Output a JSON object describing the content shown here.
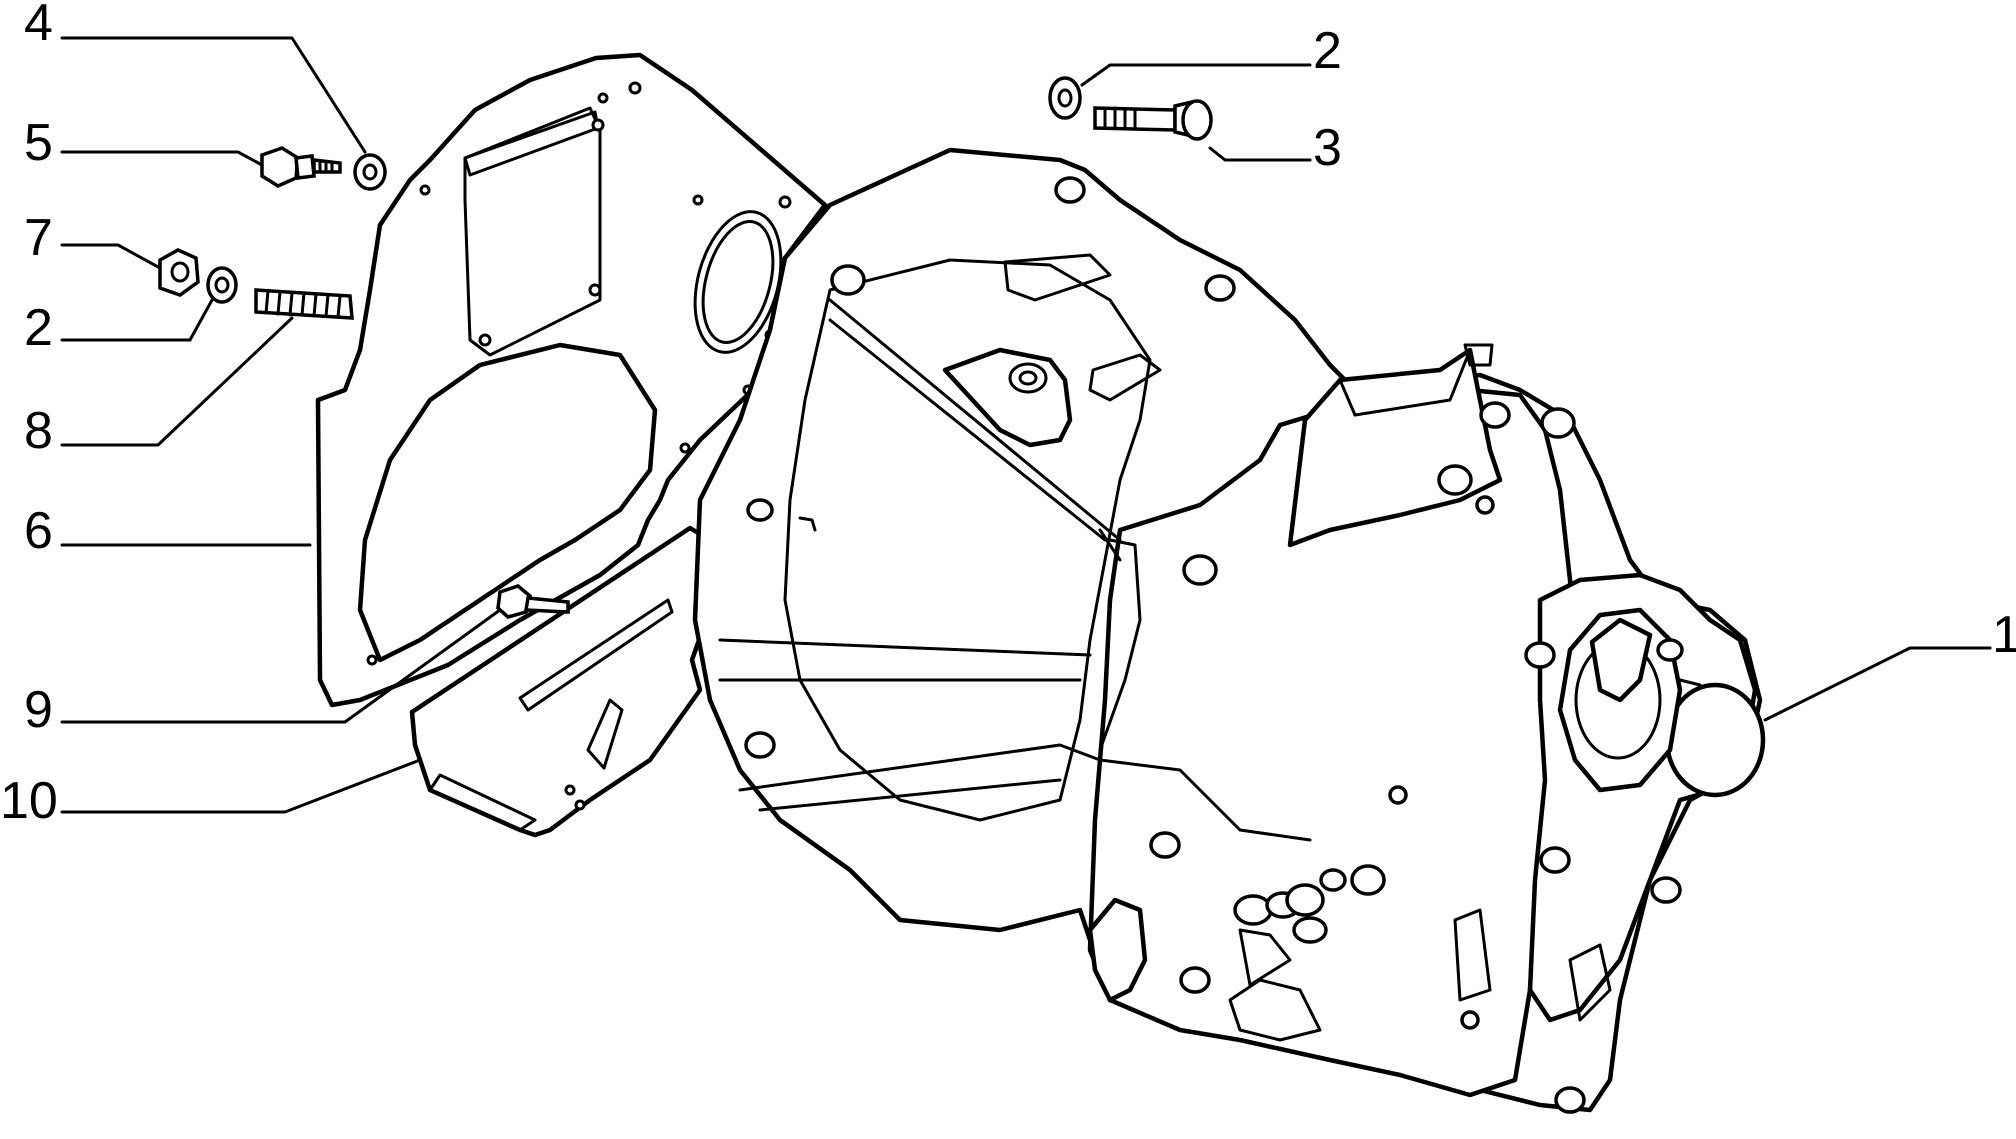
{
  "diagram": {
    "callouts": [
      {
        "id": "c4a",
        "label": "4"
      },
      {
        "id": "c2a",
        "label": "2"
      },
      {
        "id": "c5",
        "label": "5"
      },
      {
        "id": "c3",
        "label": "3"
      },
      {
        "id": "c7",
        "label": "7"
      },
      {
        "id": "c2b",
        "label": "2"
      },
      {
        "id": "c8",
        "label": "8"
      },
      {
        "id": "c6",
        "label": "6"
      },
      {
        "id": "c1",
        "label": "1"
      },
      {
        "id": "c9",
        "label": "9"
      },
      {
        "id": "c10",
        "label": "10"
      }
    ]
  }
}
